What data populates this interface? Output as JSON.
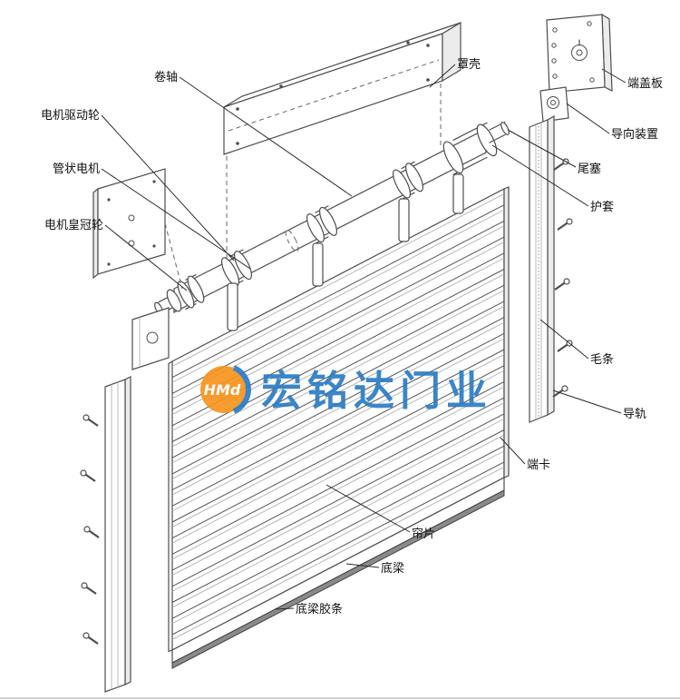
{
  "diagram": {
    "subject": "roller-shutter-door-exploded-view"
  },
  "watermark": {
    "logo_text": "HMd",
    "brand_text": "宏铭达门业",
    "orange": "#f7941d",
    "blue": "#2b7cc4"
  },
  "labels": {
    "roller_shaft": "卷轴",
    "cover_shell": "罩壳",
    "end_cover_plate": "端盖板",
    "guide_device": "导向装置",
    "tail_plug": "尾塞",
    "protective_sleeve": "护套",
    "motor_drive_wheel": "电机驱动轮",
    "tubular_motor": "管状电机",
    "motor_crown_wheel": "电机皇冠轮",
    "brush_strip": "毛条",
    "guide_rail": "导轨",
    "end_clip": "端卡",
    "curtain_slat": "帘片",
    "bottom_beam": "底梁",
    "bottom_beam_rubber": "底梁胶条"
  }
}
